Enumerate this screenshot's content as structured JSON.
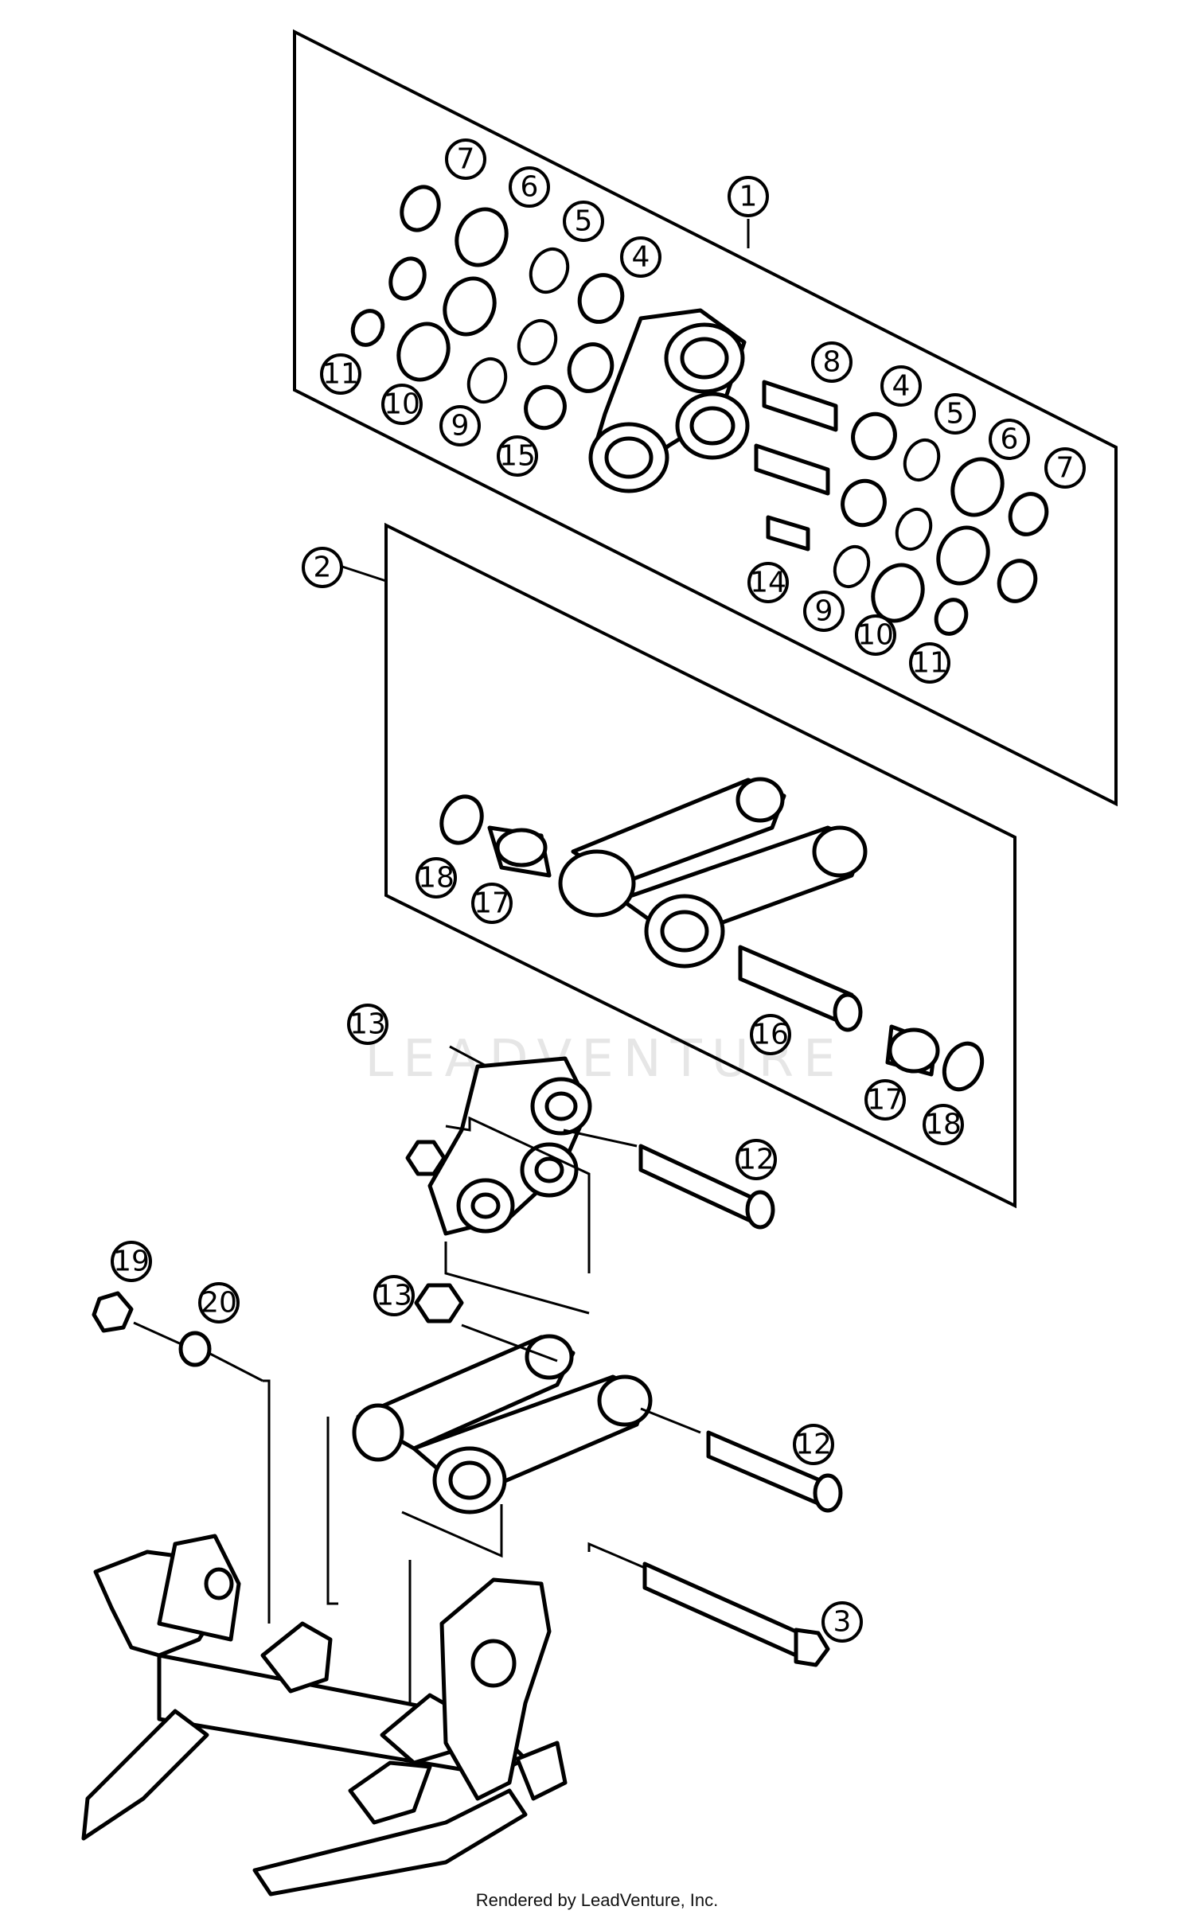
{
  "watermark": "LEADVENTURE",
  "footer": "Rendered by LeadVenture, Inc.",
  "callouts": [
    "1",
    "2",
    "3",
    "4",
    "4",
    "5",
    "5",
    "6",
    "6",
    "7",
    "7",
    "8",
    "9",
    "9",
    "10",
    "10",
    "11",
    "11",
    "12",
    "12",
    "13",
    "13",
    "14",
    "15",
    "16",
    "17",
    "17",
    "18",
    "18",
    "19",
    "20"
  ]
}
